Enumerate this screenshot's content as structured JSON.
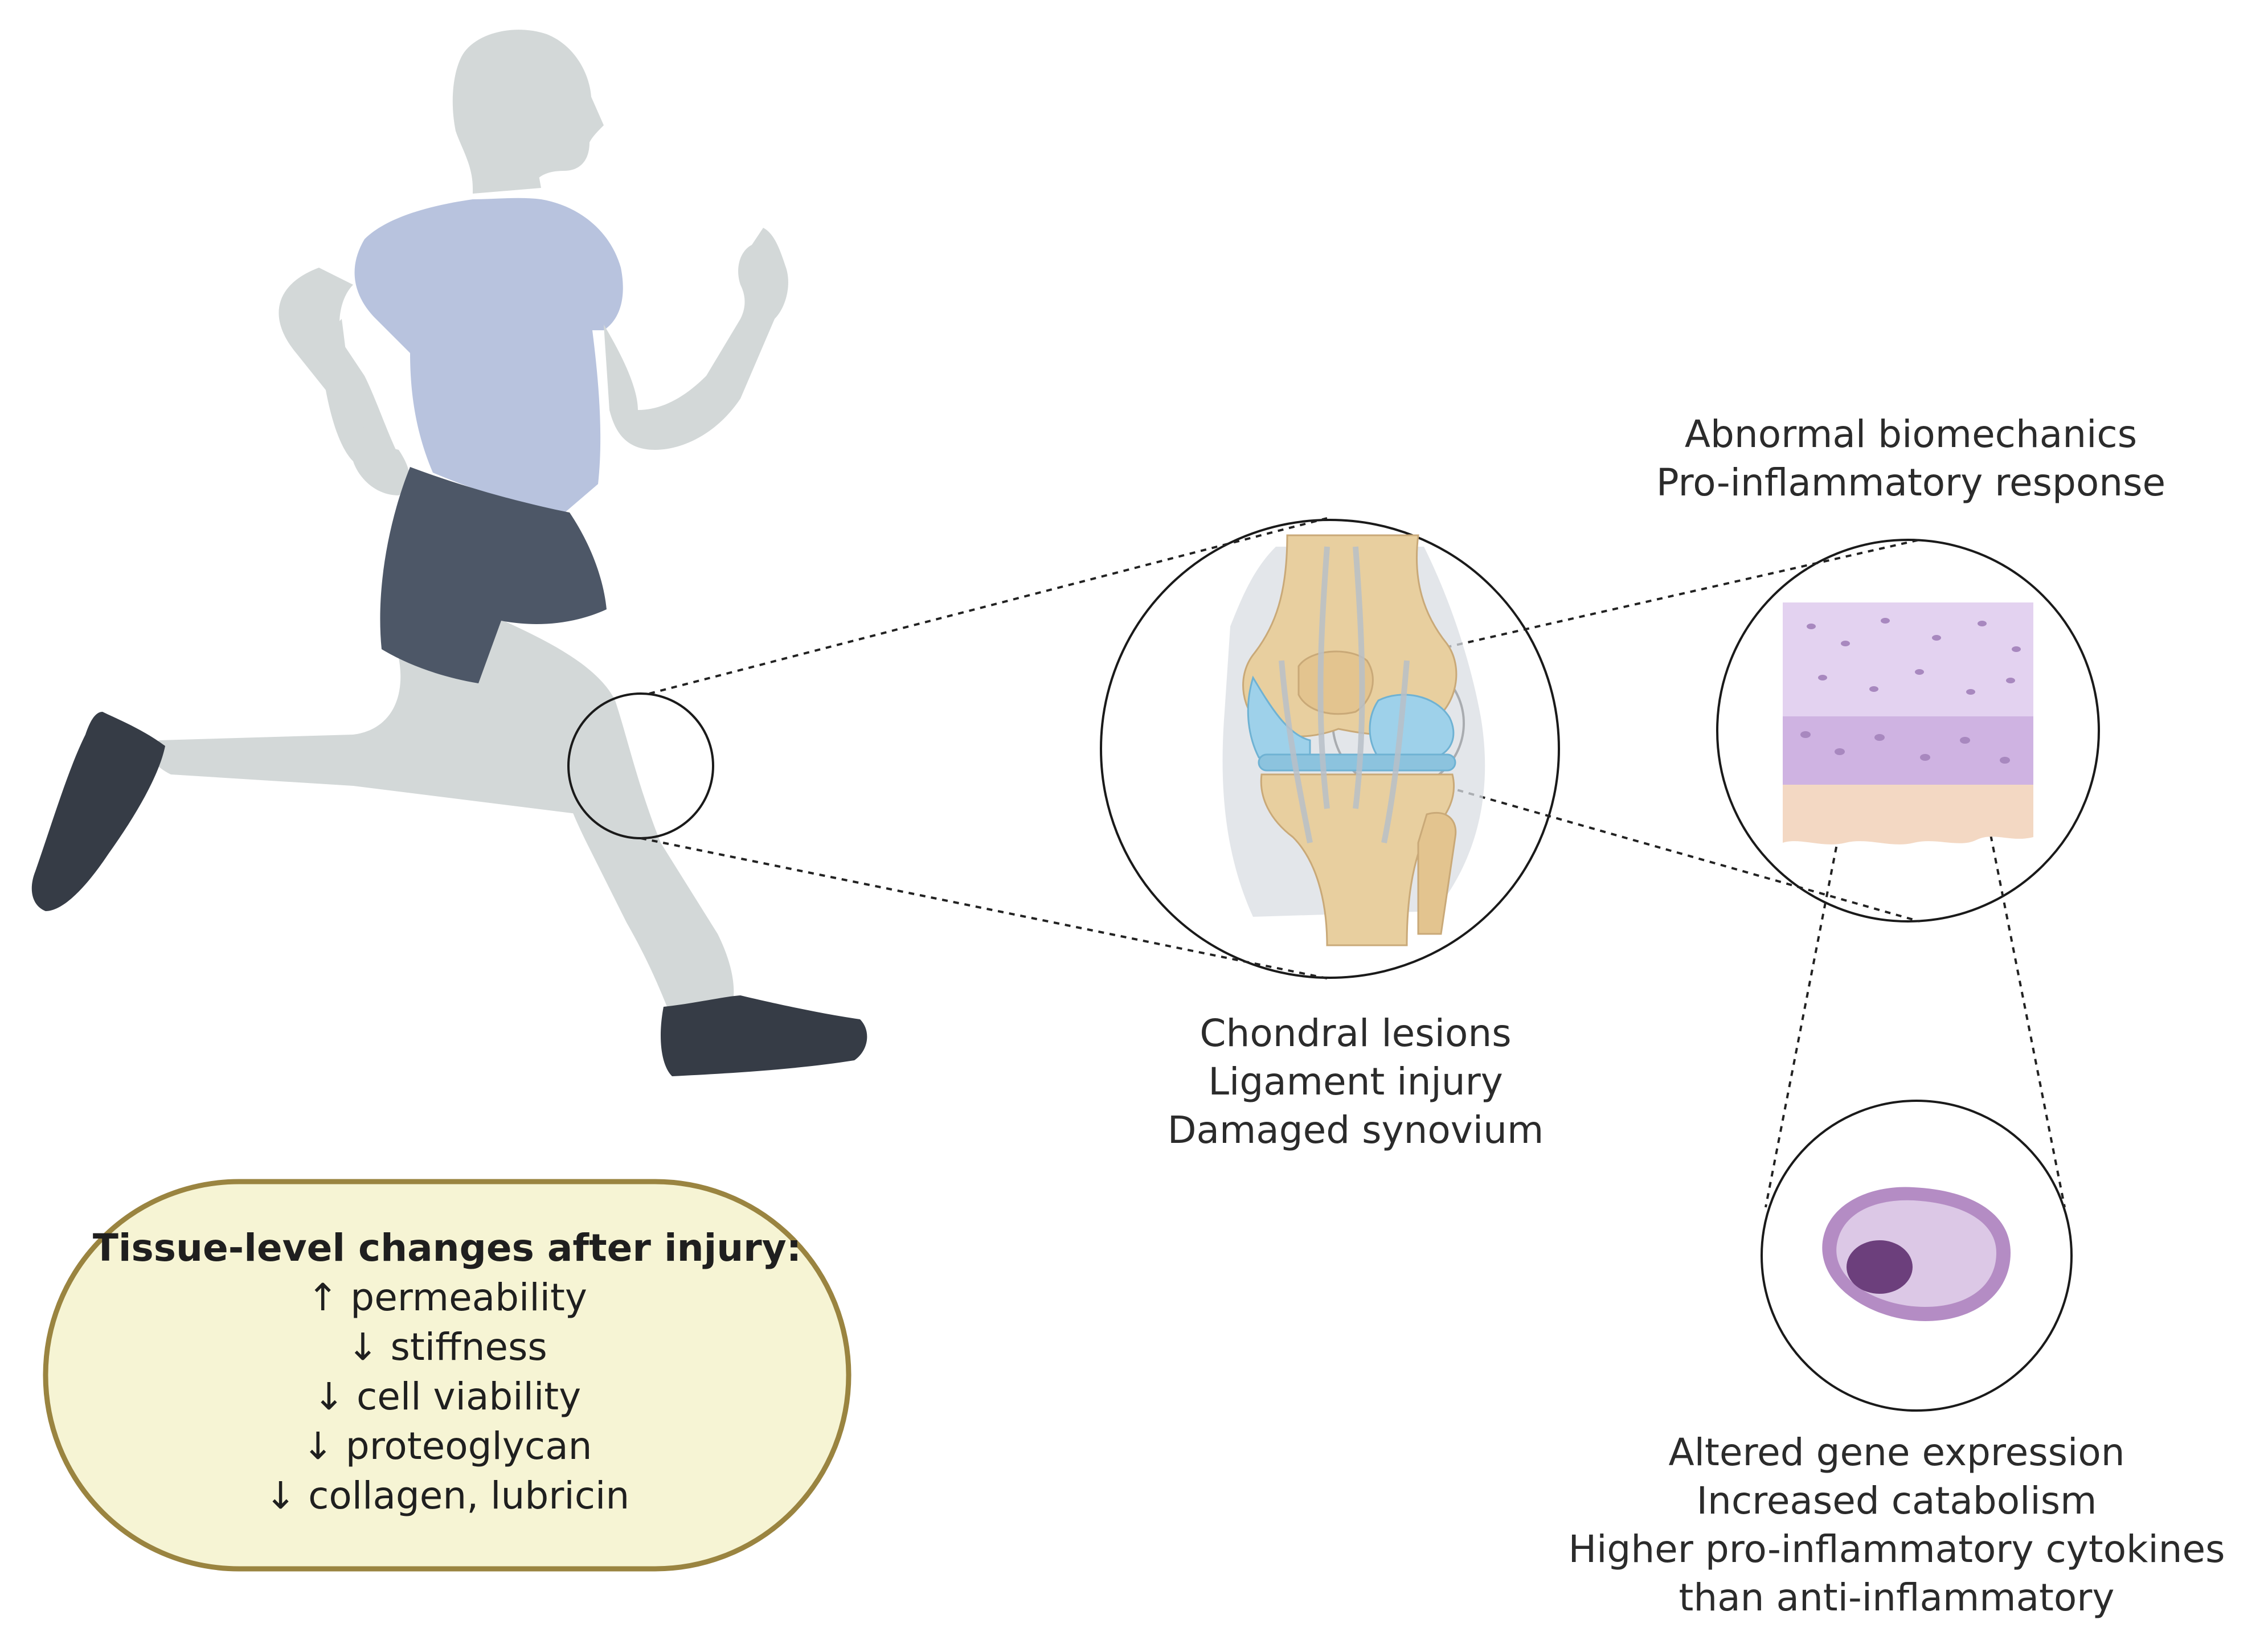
{
  "labels": {
    "knee_top": [
      "Abnormal biomechanics",
      "Pro-inflammatory response"
    ],
    "joint": [
      "Chondral lesions",
      "Ligament injury",
      "Damaged synovium"
    ],
    "cell": [
      "Altered gene expression",
      "Increased catabolism",
      "Higher pro-inflammatory cytokines",
      "than anti-inflammatory"
    ]
  },
  "tissue_box": {
    "title": "Tissue-level changes after injury:",
    "items": [
      "↑ permeability",
      "↓ stiffness",
      "↓ cell viability",
      "↓ proteoglycan",
      "↓ collagen, lubricin"
    ]
  },
  "colors": {
    "skin": "#d3d8d8",
    "shirt": "#b8c3de",
    "shorts": "#4d5767",
    "shoes": "#363c46",
    "box_fill": "#f6f4d4",
    "box_stroke": "#9a8440",
    "bone": "#e8cf9f",
    "cartilage": "#9ed1ea",
    "tissue_purple": "#e3d2f0",
    "tissue_orange": "#f3d8c3",
    "cell_outer": "#b48cc4",
    "cell_nucleus": "#6c3f7c"
  }
}
